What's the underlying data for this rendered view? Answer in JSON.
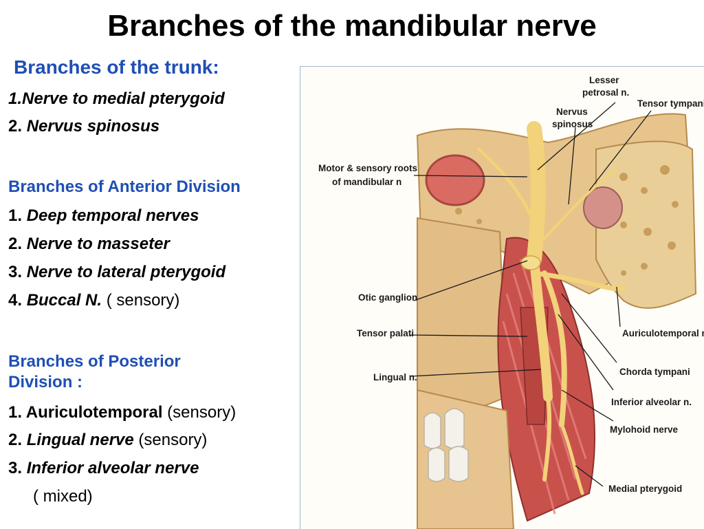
{
  "slide": {
    "title": "Branches of the mandibular nerve",
    "trunk": {
      "heading": "Branches of the trunk:",
      "items": [
        {
          "num": "1.",
          "text": "Nerve to medial pterygoid"
        },
        {
          "num": "2. ",
          "text": "Nervus  spinosus"
        }
      ]
    },
    "anterior": {
      "heading": "Branches of Anterior Division",
      "items": [
        {
          "num": "1. ",
          "text": "Deep temporal nerves",
          "note": ""
        },
        {
          "num": "2. ",
          "text": "Nerve to masseter",
          "note": ""
        },
        {
          "num": "3. ",
          "text": "Nerve to lateral pterygoid",
          "note": ""
        },
        {
          "num": "4. ",
          "text": "Buccal N.",
          "note": " ( sensory)"
        }
      ]
    },
    "posterior": {
      "heading_line1": "Branches of Posterior",
      "heading_line2": "Division :",
      "items": [
        {
          "num": "1. ",
          "text": "Auriculotemporal",
          "note": " (sensory)"
        },
        {
          "num": "2. ",
          "text": "Lingual nerve",
          "note": " (sensory)"
        },
        {
          "num": "3.  ",
          "text": "Inferior alveolar nerve",
          "note": ""
        }
      ],
      "continuation": "( mixed)"
    }
  },
  "figure": {
    "labels": {
      "lesser_petrosal_1": "Lesser",
      "lesser_petrosal_2": "petrosal n.",
      "nervus_spinosus_1": "Nervus",
      "nervus_spinosus_2": "spinosus",
      "tensor_tympani": "Tensor tympani",
      "motor_sensory_1": "Motor & sensory roots",
      "motor_sensory_2": "of mandibular n",
      "otic_ganglion": "Otic ganglion",
      "tensor_palati": "Tensor palati",
      "auriculotemporal": "Auriculotemporal n.",
      "lingual": "Lingual n.",
      "chorda_tympani": "Chorda tympani",
      "inferior_alveolar": "Inferior alveolar n.",
      "mylohoid": "Mylohoid nerve",
      "medial_pterygoid": "Medial pterygoid"
    }
  }
}
